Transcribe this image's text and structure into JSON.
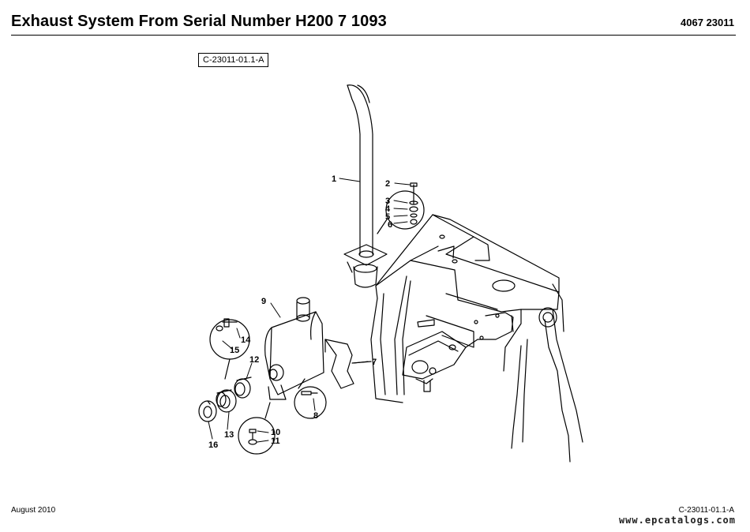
{
  "header": {
    "title": "Exhaust System From Serial Number H200 7 1093",
    "doc_number": "4067 23011"
  },
  "figure": {
    "id": "C-23011-01.1-A",
    "callouts": [
      "1",
      "2",
      "3",
      "4",
      "5",
      "6",
      "7",
      "8",
      "9",
      "10",
      "11",
      "12",
      "13",
      "14",
      "15",
      "16"
    ]
  },
  "footer": {
    "date": "August 2010",
    "reference": "C-23011-01.1-A",
    "watermark": "www.epcatalogs.com"
  }
}
